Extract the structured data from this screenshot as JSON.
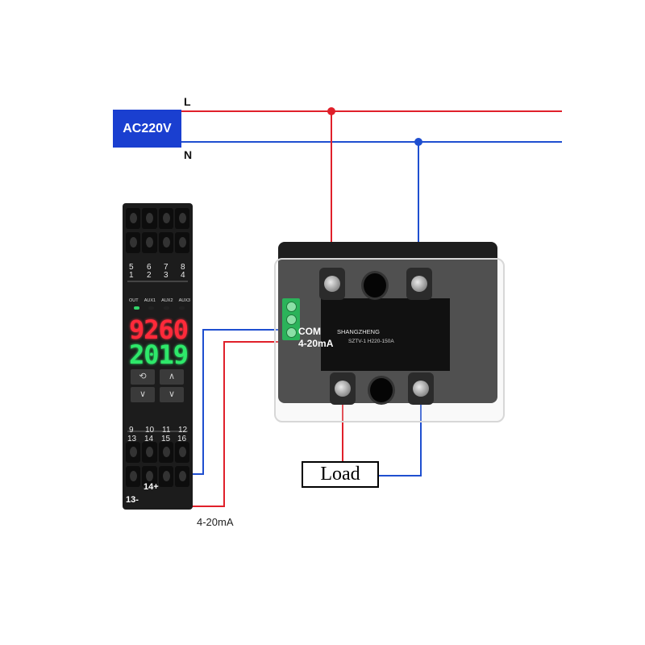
{
  "supply": {
    "label": "AC220V",
    "line_l": "L",
    "line_n": "N"
  },
  "colors": {
    "live": "#e0202a",
    "neutral": "#1f4fd0",
    "supply_box": "#1a3fd0"
  },
  "controller": {
    "top_pins_upper": [
      "5",
      "6",
      "7",
      "8"
    ],
    "top_pins_lower": [
      "1",
      "2",
      "3",
      "4"
    ],
    "indicator_labels": [
      "OUT",
      "AUX1",
      "AUX2",
      "AUX3"
    ],
    "display_top": "9260",
    "display_bottom": "2019",
    "keys": [
      "⟲",
      "∧",
      "∨",
      "∨"
    ],
    "bottom_pins_upper": [
      "9",
      "10",
      "11",
      "12"
    ],
    "bottom_pins_lower": [
      "13",
      "14",
      "15",
      "16"
    ],
    "terminal_14": "14+",
    "terminal_13": "13-"
  },
  "relay": {
    "input_com": "COM",
    "input_signal": "4-20mA",
    "brand": "SHANGZHENG",
    "model": "SZTV-1 H220-150A"
  },
  "load": {
    "label": "Load"
  },
  "signal_label": "4-20mA"
}
